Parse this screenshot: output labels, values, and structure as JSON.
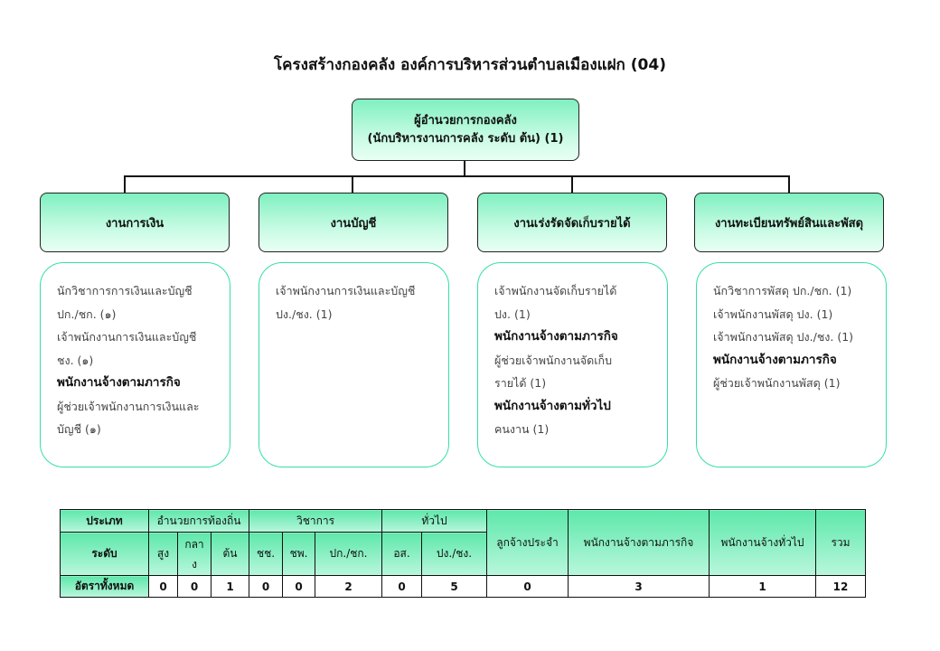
{
  "title": "โครงสร้างกองคลัง องค์การบริหารส่วนตำบลเมืองแฝก (04)",
  "root": {
    "line1": "ผู้อำนวยการกองคลัง",
    "line2": "(นักบริหารงานการคลัง ระดับ ต้น) (1)"
  },
  "units": [
    {
      "name": "งานการเงิน",
      "lines": [
        {
          "t": "นักวิชาการการเงินและบัญชี",
          "b": false
        },
        {
          "t": "ปก./ชก. (๑)",
          "b": false
        },
        {
          "t": "เจ้าพนักงานการเงินและบัญชี",
          "b": false
        },
        {
          "t": "ชง. (๑)",
          "b": false
        },
        {
          "t": "พนักงานจ้างตามภารกิจ",
          "b": true
        },
        {
          "t": "ผู้ช่วยเจ้าพนักงานการเงินและ",
          "b": false
        },
        {
          "t": "บัญชี (๑)",
          "b": false
        }
      ]
    },
    {
      "name": "งานบัญชี",
      "lines": [
        {
          "t": "เจ้าพนักงานการเงินและบัญชี",
          "b": false
        },
        {
          "t": "ปง./ชง. (1)",
          "b": false
        }
      ]
    },
    {
      "name": "งานเร่งรัดจัดเก็บรายได้",
      "lines": [
        {
          "t": "เจ้าพนักงานจัดเก็บรายได้",
          "b": false
        },
        {
          "t": "ปง. (1)",
          "b": false
        },
        {
          "t": "พนักงานจ้างตามภารกิจ",
          "b": true
        },
        {
          "t": "ผู้ช่วยเจ้าพนักงานจัดเก็บ",
          "b": false
        },
        {
          "t": "รายได้  (1)",
          "b": false
        },
        {
          "t": "พนักงานจ้างตามทั่วไป",
          "b": true
        },
        {
          "t": "คนงาน (1)",
          "b": false
        }
      ]
    },
    {
      "name": "งานทะเบียนทรัพย์สินและพัสดุ",
      "lines": [
        {
          "t": "นักวิชาการพัสดุ ปก./ชก. (1)",
          "b": false
        },
        {
          "t": "เจ้าพนักงานพัสดุ ปง. (1)",
          "b": false
        },
        {
          "t": "เจ้าพนักงานพัสดุ ปง./ชง. (1)",
          "b": false
        },
        {
          "t": "พนักงานจ้างตามภารกิจ",
          "b": true
        },
        {
          "t": "ผู้ช่วยเจ้าพนักงานพัสดุ (1)",
          "b": false
        }
      ]
    }
  ],
  "table": {
    "type_label": "ประเภท",
    "level_label": "ระดับ",
    "total_label": "อัตราทั้งหมด",
    "groups": {
      "local_director": "อำนวยการท้องถิ่น",
      "academic": "วิชาการ",
      "general": "ทั่วไป",
      "permanent_worker": "ลูกจ้างประจำ",
      "mission_employee": "พนักงานจ้างตามภารกิจ",
      "general_employee": "พนักงานจ้างทั่วไป",
      "total": "รวม"
    },
    "levels": {
      "high": "สูง",
      "mid_1": "กลา",
      "mid_2": "ง",
      "low": "ต้น",
      "chch": "ชช.",
      "chp": "ชพ.",
      "pk_chk": "ปก./ชก.",
      "as": "อส.",
      "pg_chg": "ปง./ชง."
    },
    "values": {
      "high": "0",
      "mid": "0",
      "low": "1",
      "chch": "0",
      "chp": "0",
      "pk_chk": "2",
      "as": "0",
      "pg_chg": "5",
      "permanent_worker": "0",
      "mission_employee": "3",
      "general_employee": "1",
      "total": "12"
    }
  }
}
